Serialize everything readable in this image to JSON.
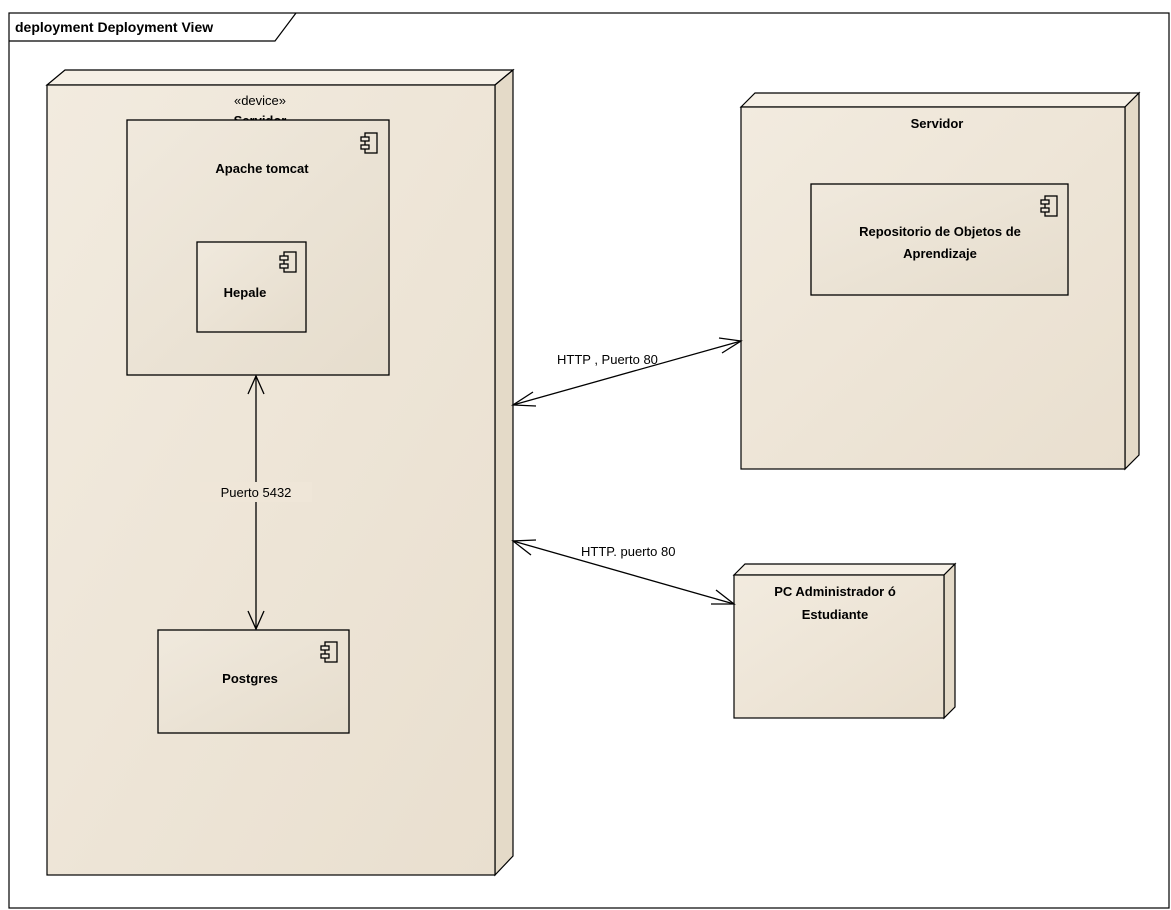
{
  "frame": {
    "title": "deployment Deployment View"
  },
  "nodes": {
    "device": {
      "stereotype": "«device»",
      "name": "Servidor"
    },
    "servidor": {
      "name": "Servidor"
    },
    "pc": {
      "name_line1": "PC Administrador ó",
      "name_line2": "Estudiante"
    }
  },
  "components": {
    "apache": {
      "name": "Apache tomcat"
    },
    "hepale": {
      "name": "Hepale"
    },
    "postgres": {
      "name": "Postgres"
    },
    "repositorio": {
      "name_line1": "Repositorio de Objetos de",
      "name_line2": "Aprendizaje"
    }
  },
  "connectors": {
    "db_link": {
      "label": "Puerto 5432"
    },
    "server_link": {
      "label": "HTTP , Puerto 80"
    },
    "pc_link": {
      "label": "HTTP. puerto 80"
    }
  },
  "colors": {
    "node_fill": "#efe6d8",
    "node_side": "#e2d7c4",
    "component_fill": "#ece4d6",
    "stroke": "#000000"
  }
}
